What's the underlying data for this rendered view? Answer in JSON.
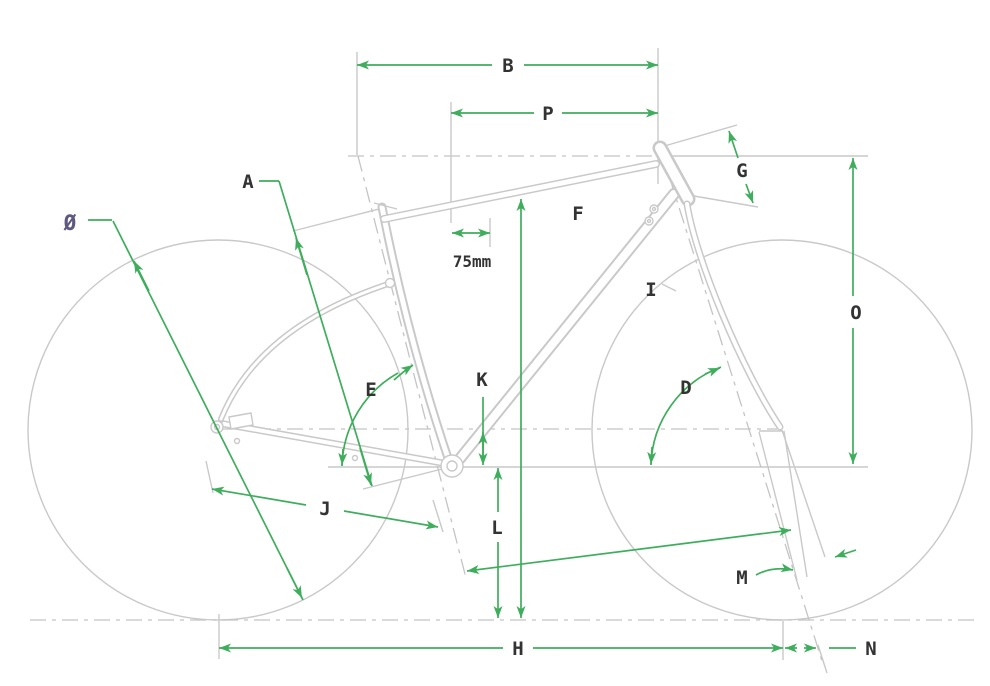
{
  "figure": {
    "kind": "bicycle frame geometry diagram",
    "background": "#FFFFFF"
  },
  "colors": {
    "dimension_green": "#3EAE5C",
    "diameter_symbol_purple": "#5F5880",
    "sketch_gray": "#C9C9C9",
    "construction_gray": "#C4C4C4",
    "label_dark": "#333333"
  },
  "labels": {
    "a": "A",
    "b": "B",
    "d": "D",
    "e": "E",
    "f": "F",
    "g": "G",
    "h": "H",
    "i": "I",
    "j": "J",
    "k": "K",
    "l": "L",
    "m": "M",
    "n": "N",
    "o": "O",
    "p": "P",
    "diameter": "Ø",
    "offset75": "75mm"
  }
}
